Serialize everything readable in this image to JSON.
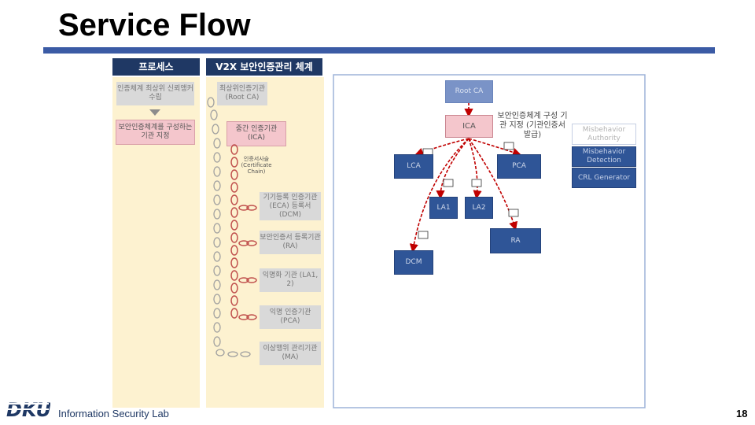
{
  "slide": {
    "title": "Service Flow",
    "footer": "Information Security Lab",
    "page_number": "18"
  },
  "headers": {
    "process": "프로세스",
    "v2x": "V2X 보안인증관리 체계"
  },
  "process_steps": [
    {
      "text": "인증체계 최상위 신뢰앵커 수립"
    },
    {
      "text": "보안인증체계를 구성하는 기관 지정"
    }
  ],
  "authorities": {
    "root": "최상위인증기관 (Root CA)",
    "ica": "중간 인증기관 (ICA)",
    "chain_label": "인증서사슬 (Certificate Chain)",
    "eca_dcm": "기기등록 인증기관 (ECA) 등록서(DCM)",
    "ra": "보안인증서 등록기관 (RA)",
    "la": "익명화 기관 (LA1, 2)",
    "pca": "익명 인증기관 (PCA)",
    "ma": "이상행위 관리기관 (MA)"
  },
  "diagram": {
    "root_ca": "Root CA",
    "ica": "ICA",
    "lca": "LCA",
    "pca": "PCA",
    "la1": "LA1",
    "la2": "LA2",
    "ra": "RA",
    "dcm": "DCM",
    "annotation": "보안인증체계 구성 기관 지정 (기관인증서 발급)",
    "side_boxes": [
      "Misbehavior Authority",
      "Misbehavior Detection",
      "CRL Generator"
    ]
  },
  "colors": {
    "header_navy": "#1f3864",
    "rule_blue": "#3b5ba5",
    "node_blue": "#2f5597",
    "accent_red": "#c00000"
  }
}
